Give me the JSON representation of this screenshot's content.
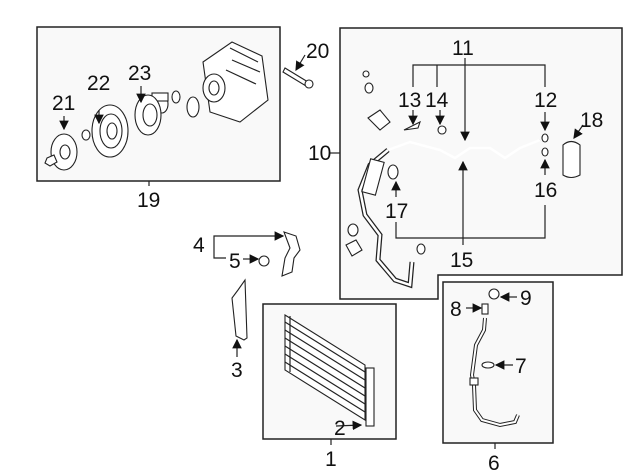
{
  "diagram": {
    "title": "A/C condenser, compressor and lines parts diagram",
    "callouts": {
      "c1": "1",
      "c2": "2",
      "c3": "3",
      "c4": "4",
      "c5": "5",
      "c6": "6",
      "c7": "7",
      "c8": "8",
      "c9": "9",
      "c10": "10",
      "c11": "11",
      "c12": "12",
      "c13": "13",
      "c14": "14",
      "c15": "15",
      "c16": "16",
      "c17": "17",
      "c18": "18",
      "c19": "19",
      "c20": "20",
      "c21": "21",
      "c22": "22",
      "c23": "23"
    }
  }
}
